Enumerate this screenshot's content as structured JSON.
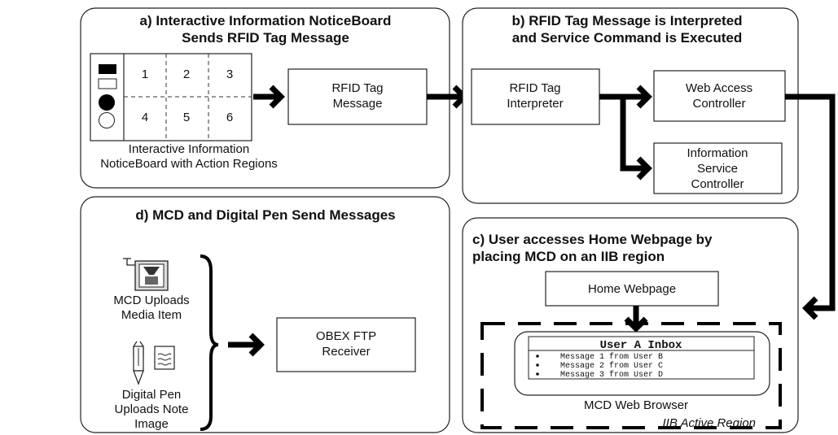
{
  "panels": {
    "a": {
      "title_line1": "a) Interactive Information NoticeBoard",
      "title_line2": "Sends RFID Tag Message"
    },
    "b": {
      "title_line1": "b) RFID Tag Message is Interpreted",
      "title_line2": "and Service Command is Executed"
    },
    "c": {
      "title_line1": "c) User accesses Home Webpage by",
      "title_line2": "placing MCD on an IIB region"
    },
    "d": {
      "title_line1": "d) MCD and Digital Pen Send Messages"
    }
  },
  "noticeboard": {
    "regions": [
      "1",
      "2",
      "3",
      "4",
      "5",
      "6"
    ],
    "caption_line1": "Interactive Information",
    "caption_line2": "NoticeBoard with Action Regions"
  },
  "nodes": {
    "rfid_message": {
      "line1": "RFID Tag",
      "line2": "Message"
    },
    "rfid_interpreter": {
      "line1": "RFID Tag",
      "line2": "Interpreter"
    },
    "web_access": {
      "line1": "Web Access",
      "line2": "Controller"
    },
    "info_service": {
      "line1": "Information",
      "line2": "Service",
      "line3": "Controller"
    },
    "home_webpage": {
      "label": "Home Webpage"
    },
    "obex": {
      "line1": "OBEX FTP",
      "line2": "Receiver"
    }
  },
  "inbox": {
    "title": "User A Inbox",
    "messages": [
      "Message 1 from User B",
      "Message 2 from User C",
      "Message 3 from User D"
    ],
    "browser_caption": "MCD Web Browser",
    "region_caption": "IIB Active Region"
  },
  "devices": {
    "mcd_line1": "MCD Uploads",
    "mcd_line2": "Media Item",
    "pen_line1": "Digital Pen",
    "pen_line2": "Uploads Note",
    "pen_line3": "Image"
  }
}
